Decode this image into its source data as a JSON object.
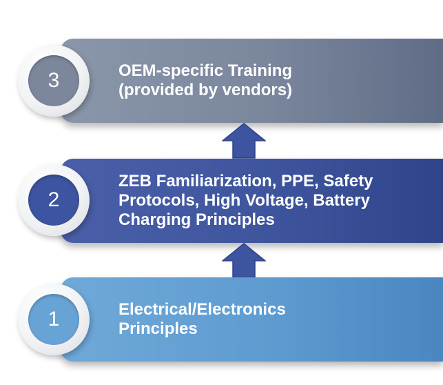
{
  "levels": [
    {
      "number": "3",
      "text": "OEM-specific Training\n(provided by vendors)"
    },
    {
      "number": "2",
      "text": "ZEB Familiarization, PPE, Safety\nProtocols, High Voltage, Battery\nCharging Principles"
    },
    {
      "number": "1",
      "text": "Electrical/Electronics\nPrinciples"
    }
  ],
  "colors": {
    "level3": "#7d879c",
    "level2": "#3d54a0",
    "level1": "#68a3d6",
    "arrow": "#3d54a0"
  }
}
